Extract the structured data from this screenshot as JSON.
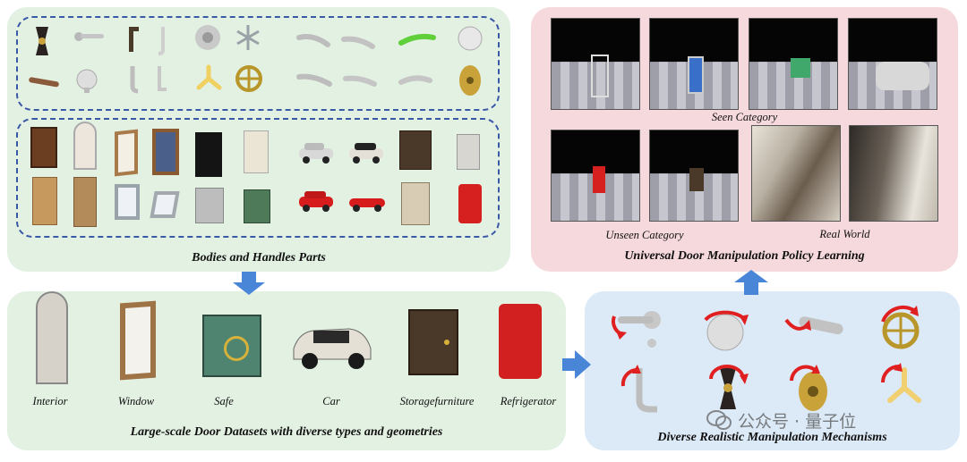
{
  "top_left": {
    "caption": "Bodies and Handles Parts"
  },
  "top_right": {
    "caption": "Universal Door Manipulation Policy Learning",
    "seen_label": "Seen Category",
    "unseen_label": "Unseen Category",
    "real_label": "Real World"
  },
  "bottom_left": {
    "caption": "Large-scale Door Datasets with diverse types and geometries",
    "items": [
      "Interior",
      "Window",
      "Safe",
      "Car",
      "Storagefurniture",
      "Refrigerator"
    ]
  },
  "bottom_right": {
    "caption": "Diverse Realistic Manipulation Mechanisms"
  },
  "watermark": "公众号 · 量子位",
  "colors": {
    "green_panel": "#e3f1e3",
    "pink_panel": "#f6d9dd",
    "blue_panel": "#dce9f6",
    "arrow_blue": "#4a86d8",
    "dash_blue": "#3a58a8",
    "rotation_red": "#e02020"
  }
}
